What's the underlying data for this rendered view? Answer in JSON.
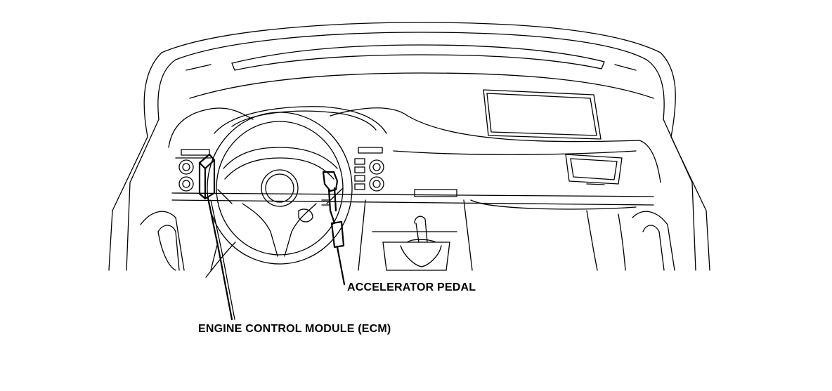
{
  "diagram": {
    "callouts": {
      "accelerator_pedal": "ACCELERATOR PEDAL",
      "ecm": "ENGINE CONTROL MODULE (ECM)"
    },
    "components": [
      "steering-wheel",
      "dashboard",
      "center-display",
      "air-vents",
      "gear-shifter",
      "ecm-box",
      "accelerator-pedal"
    ]
  }
}
